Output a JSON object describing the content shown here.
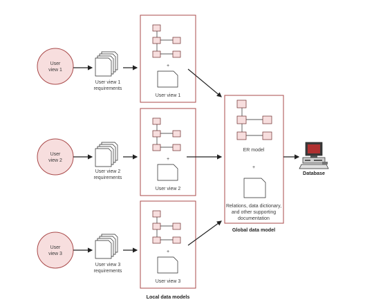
{
  "user_views": [
    {
      "circle_label_1": "User",
      "circle_label_2": "view 1",
      "req_label_1": "User view 1",
      "req_label_2": "requirements",
      "model_label": "User view 1",
      "plus": "+"
    },
    {
      "circle_label_1": "User",
      "circle_label_2": "view 2",
      "req_label_1": "User view 2",
      "req_label_2": "requirements",
      "model_label": "User view 2",
      "plus": "+"
    },
    {
      "circle_label_1": "User",
      "circle_label_2": "view 3",
      "req_label_1": "User view 3",
      "req_label_2": "requirements",
      "model_label": "User view 3",
      "plus": "+"
    }
  ],
  "local_data_models_caption": "Local data models",
  "global": {
    "er_label": "ER model",
    "plus": "+",
    "doc_line_1": "Relations, data dictionary,",
    "doc_line_2": "and other supporting",
    "doc_line_3": "documentation",
    "caption": "Global data model"
  },
  "database_label": "Database",
  "colors": {
    "accent": "#a84848",
    "fill": "#f7dede",
    "line": "#222222"
  }
}
